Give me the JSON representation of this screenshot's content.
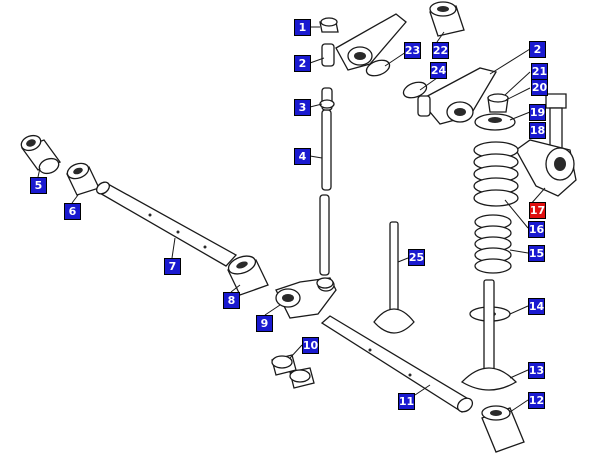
{
  "colors": {
    "callout_blue": "#1a1ad0",
    "callout_highlight": "#e01010"
  },
  "callouts": [
    {
      "id": "c1",
      "label": "1",
      "highlight": false
    },
    {
      "id": "c2a",
      "label": "2",
      "highlight": false
    },
    {
      "id": "c2b",
      "label": "2",
      "highlight": false
    },
    {
      "id": "c3",
      "label": "3",
      "highlight": false
    },
    {
      "id": "c4",
      "label": "4",
      "highlight": false
    },
    {
      "id": "c5",
      "label": "5",
      "highlight": false
    },
    {
      "id": "c6",
      "label": "6",
      "highlight": false
    },
    {
      "id": "c7",
      "label": "7",
      "highlight": false
    },
    {
      "id": "c8",
      "label": "8",
      "highlight": false
    },
    {
      "id": "c9",
      "label": "9",
      "highlight": false
    },
    {
      "id": "c10",
      "label": "10",
      "highlight": false
    },
    {
      "id": "c11",
      "label": "11",
      "highlight": false
    },
    {
      "id": "c12",
      "label": "12",
      "highlight": false
    },
    {
      "id": "c13",
      "label": "13",
      "highlight": false
    },
    {
      "id": "c14",
      "label": "14",
      "highlight": false
    },
    {
      "id": "c15",
      "label": "15",
      "highlight": false
    },
    {
      "id": "c16",
      "label": "16",
      "highlight": false
    },
    {
      "id": "c17",
      "label": "17",
      "highlight": true
    },
    {
      "id": "c18",
      "label": "18",
      "highlight": false
    },
    {
      "id": "c19",
      "label": "19",
      "highlight": false
    },
    {
      "id": "c20",
      "label": "20",
      "highlight": false
    },
    {
      "id": "c21",
      "label": "21",
      "highlight": false
    },
    {
      "id": "c22",
      "label": "22",
      "highlight": false
    },
    {
      "id": "c23",
      "label": "23",
      "highlight": false
    },
    {
      "id": "c24",
      "label": "24",
      "highlight": false
    },
    {
      "id": "c25",
      "label": "25",
      "highlight": false
    }
  ]
}
